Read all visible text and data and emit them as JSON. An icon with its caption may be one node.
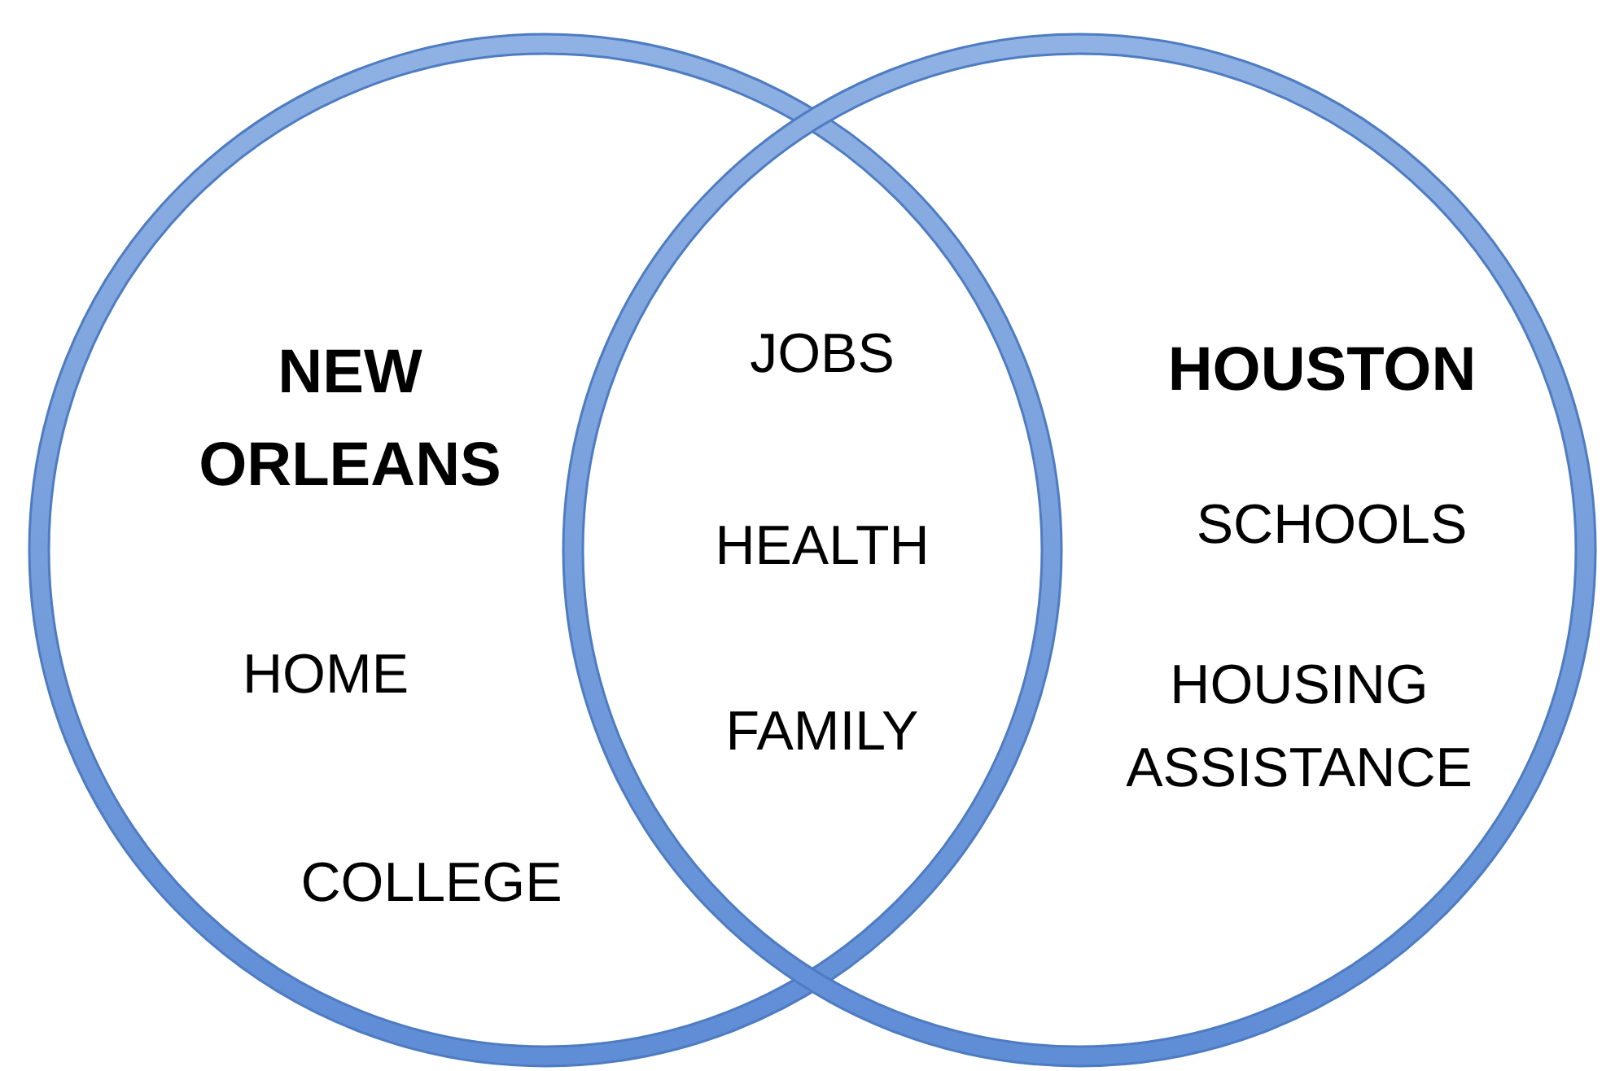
{
  "diagram": {
    "nodes": [
      {
        "text": [
          "NEW ORLEANS",
          "HOME",
          "COLLEGE"
        ]
      },
      {
        "text": [
          "HOUSTON",
          "SCHOOLS",
          "HOUSING ASSISTANCE"
        ]
      }
    ],
    "labels": [
      "JOBS",
      "HEALTH",
      "FAMILY"
    ]
  }
}
